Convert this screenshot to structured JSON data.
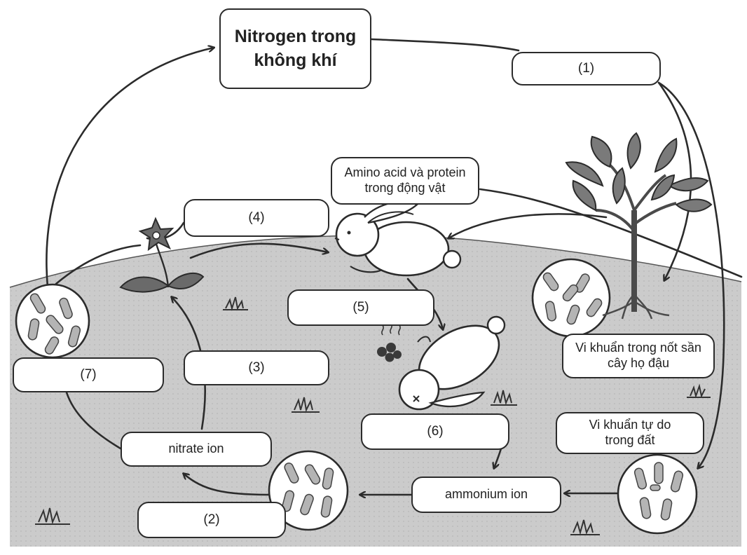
{
  "diagram": {
    "title_lines": [
      "Nitrogen trong",
      "không khí"
    ],
    "blanks": {
      "b1": "(1)",
      "b2": "(2)",
      "b3": "(3)",
      "b4": "(4)",
      "b5": "(5)",
      "b6": "(6)",
      "b7": "(7)"
    },
    "labels": {
      "animal_protein": [
        "Amino acid và protein",
        "trong động vật"
      ],
      "nodule_bacteria": [
        "Vi khuẩn trong nốt sần",
        "cây họ đậu"
      ],
      "free_bacteria": [
        "Vi khuẩn tự do",
        "trong đất"
      ],
      "ammonium": "ammonium ion",
      "nitrate": "nitrate ion"
    }
  },
  "colors": {
    "ground": "#c9c9c9",
    "ink": "#2b2b2b",
    "box_fill": "#ffffff",
    "leaf": "#6f6f6f",
    "bacteria": "#b4b4b4"
  }
}
